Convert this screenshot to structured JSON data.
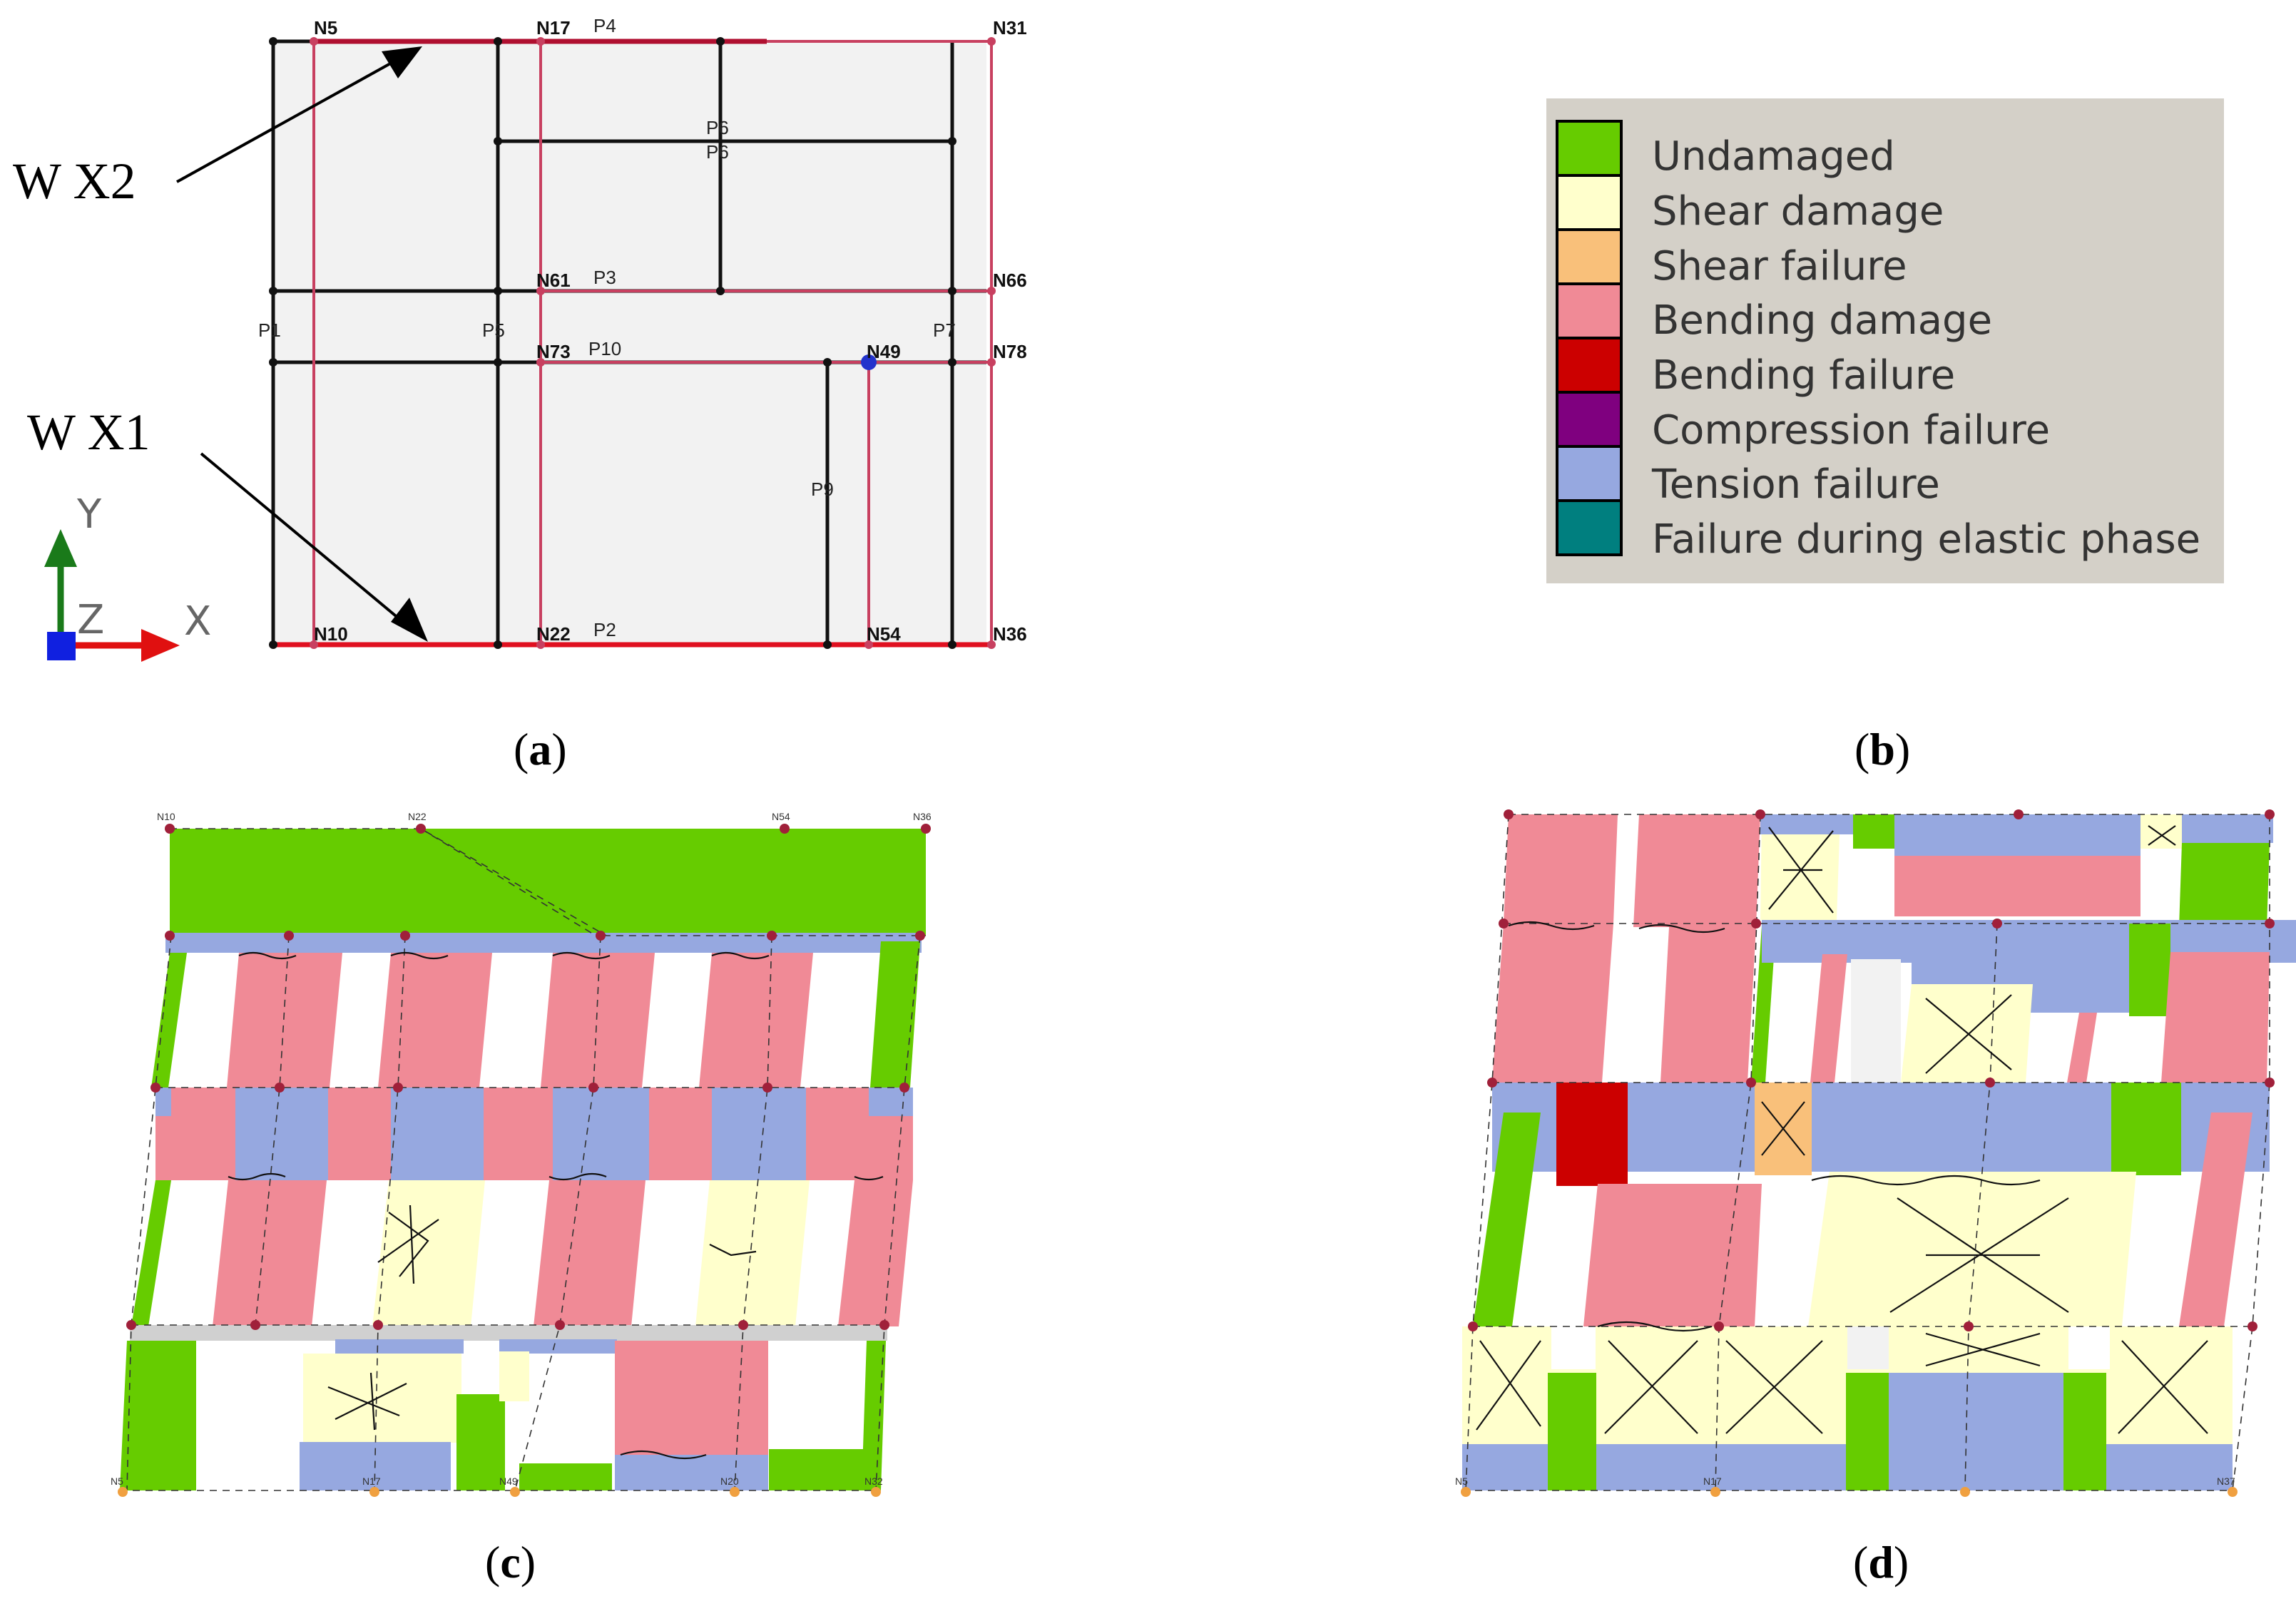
{
  "panel_a": {
    "caption": "a",
    "wall_x2": "W  X2",
    "wall_x1": "W  X1",
    "axes": {
      "y": "Y",
      "z": "Z",
      "x": "X"
    },
    "nodes": {
      "n5": "N5",
      "n17": "N17",
      "n31": "N31",
      "n61": "N61",
      "n66": "N66",
      "n73": "N73",
      "n49": "N49",
      "n78": "N78",
      "n10": "N10",
      "n22": "N22",
      "n54": "N54",
      "n36": "N36"
    },
    "panels": {
      "p4": "P4",
      "p6a": "P6",
      "p6b": "P6",
      "p3": "P3",
      "p1": "P1",
      "p5": "P5",
      "p10": "P10",
      "p7": "P7",
      "p9": "P9",
      "p2": "P2"
    }
  },
  "panel_b": {
    "caption": "b",
    "legend": [
      {
        "label": "Undamaged",
        "color": "#66cc00"
      },
      {
        "label": "Shear damage",
        "color": "#ffffcc"
      },
      {
        "label": "Shear failure",
        "color": "#f9c07a"
      },
      {
        "label": "Bending damage",
        "color": "#f08a96"
      },
      {
        "label": "Bending failure",
        "color": "#cc0000"
      },
      {
        "label": "Compression failure",
        "color": "#7f007f"
      },
      {
        "label": "Tension failure",
        "color": "#96a8e0"
      },
      {
        "label": "Failure during elastic phase",
        "color": "#007f7f"
      }
    ]
  },
  "panel_c": {
    "caption": "c",
    "nodes": {
      "top1": "N10",
      "top2": "N22",
      "top3": "N54",
      "top4": "N36",
      "base1": "N5",
      "base2": "N17",
      "base3": "N49",
      "base4": "N20",
      "base5": "N32"
    }
  },
  "panel_d": {
    "caption": "d",
    "nodes": {
      "b1": "N5",
      "b2": "N17",
      "b3": "N37"
    }
  }
}
